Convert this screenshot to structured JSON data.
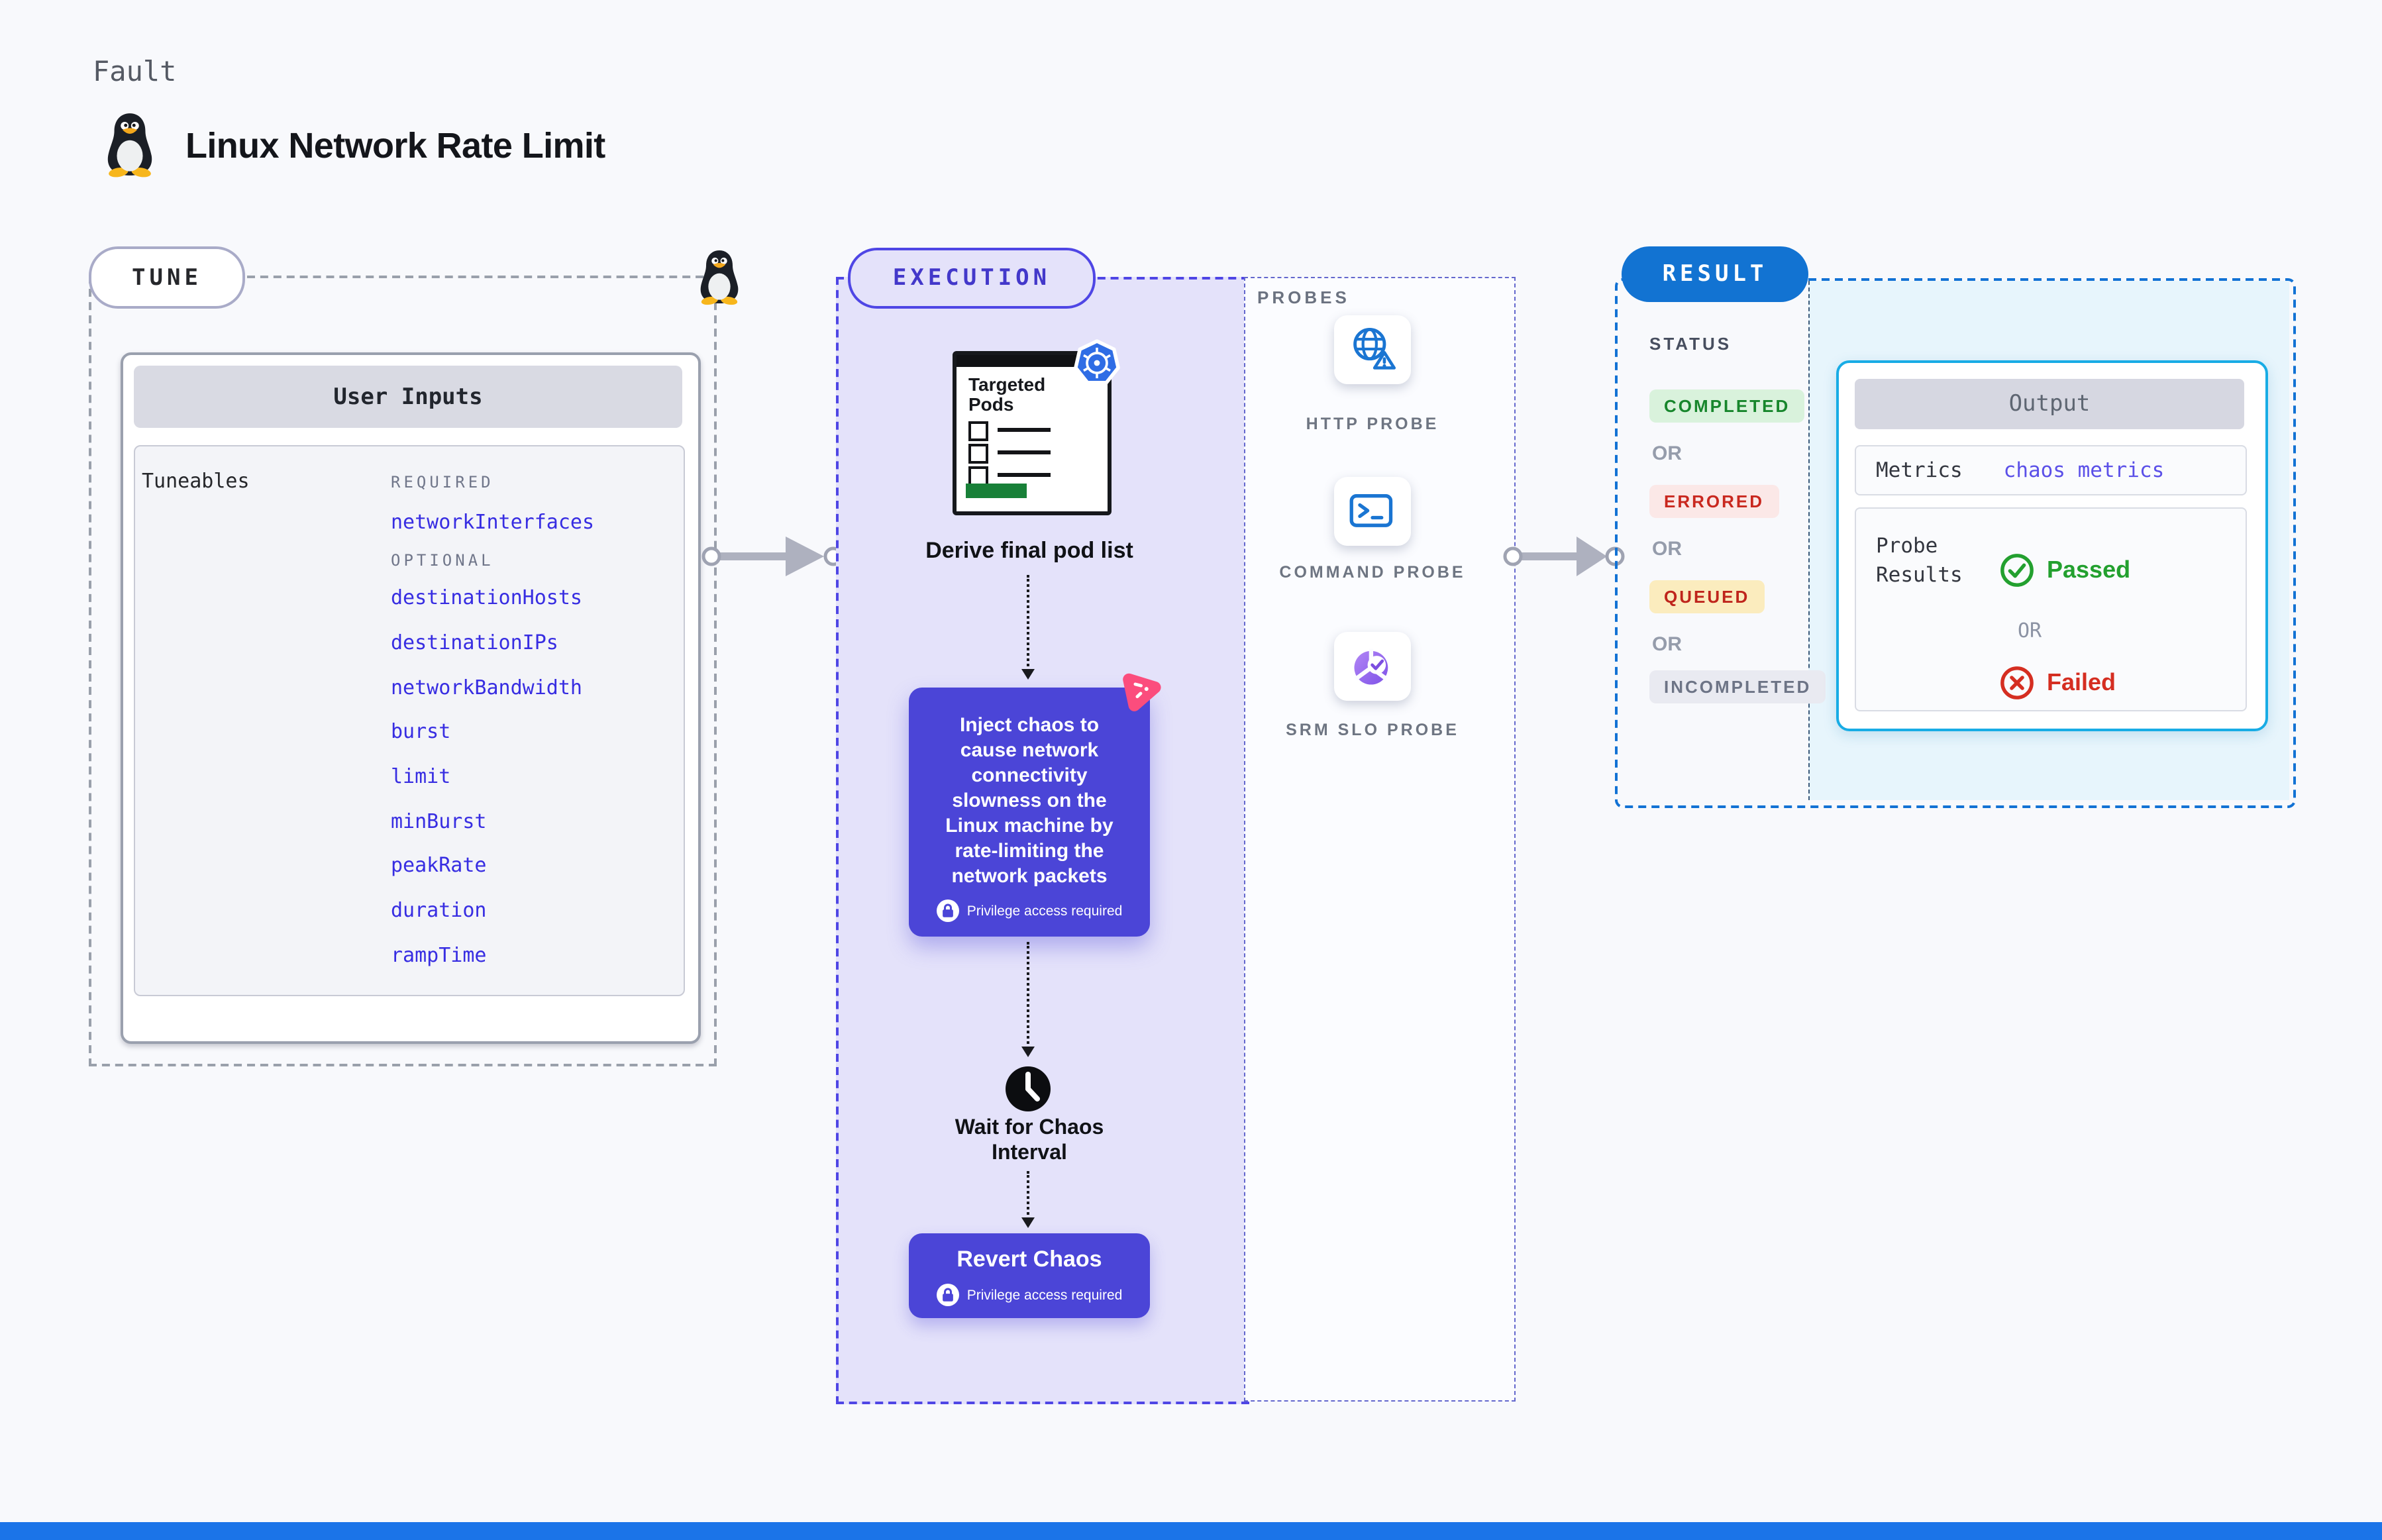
{
  "page": {
    "kind_label": "Fault",
    "title": "Linux Network Rate Limit",
    "colors": {
      "background": "#f8f9fc",
      "accent_indigo": "#4f46e5",
      "node_purple": "#4b45d7",
      "result_blue": "#1273d2",
      "output_border_cyan": "#18ace5",
      "link_blue": "#372de2",
      "bottom_bar_blue": "#1b74e8"
    }
  },
  "tune": {
    "pill_label": "TUNE",
    "card_title": "User Inputs",
    "tuneables_label": "Tuneables",
    "required_label": "REQUIRED",
    "optional_label": "OPTIONAL",
    "required_items": [
      "networkInterfaces"
    ],
    "optional_items": [
      "destinationHosts",
      "destinationIPs",
      "networkBandwidth",
      "burst",
      "limit",
      "minBurst",
      "peakRate",
      "duration",
      "rampTime"
    ]
  },
  "execution": {
    "pill_label": "EXECUTION",
    "pods_card_title": "Targeted Pods",
    "derive_label": "Derive final pod list",
    "inject_text": "Inject chaos to cause network connectivity slowness on the Linux machine by rate-limiting the network packets",
    "privilege_label": "Privilege access required",
    "wait_label": "Wait for Chaos Interval",
    "revert_label": "Revert Chaos"
  },
  "probes": {
    "section_label": "PROBES",
    "items": [
      {
        "label": "HTTP PROBE",
        "icon": "globe-alert-icon"
      },
      {
        "label": "COMMAND PROBE",
        "icon": "terminal-icon"
      },
      {
        "label": "SRM SLO PROBE",
        "icon": "slo-pie-icon"
      }
    ]
  },
  "result": {
    "pill_label": "RESULT",
    "status_label": "STATUS",
    "or_label": "OR",
    "statuses": [
      {
        "label": "COMPLETED",
        "bg": "#d9f2dc",
        "fg": "#17862c"
      },
      {
        "label": "ERRORED",
        "bg": "#fbe8e7",
        "fg": "#c9281f"
      },
      {
        "label": "QUEUED",
        "bg": "#fbecbe",
        "fg": "#bf251c"
      },
      {
        "label": "INCOMPLETED",
        "bg": "#e9eaf1",
        "fg": "#6d7486"
      }
    ],
    "output": {
      "title": "Output",
      "metrics_label": "Metrics",
      "metrics_link": "chaos metrics",
      "probe_results_label": "Probe Results",
      "passed_label": "Passed",
      "or_label": "OR",
      "failed_label": "Failed",
      "passed_color": "#23a02f",
      "failed_color": "#d52e21"
    }
  }
}
